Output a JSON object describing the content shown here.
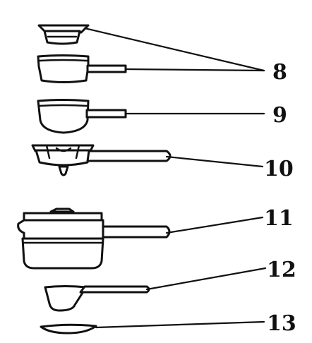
{
  "labels": {
    "l8": "8",
    "l9": "9",
    "l10": "10",
    "l11": "11",
    "l12": "12",
    "l13": "13"
  },
  "colors": {
    "ink": "#111111",
    "background": "#ffffff"
  }
}
